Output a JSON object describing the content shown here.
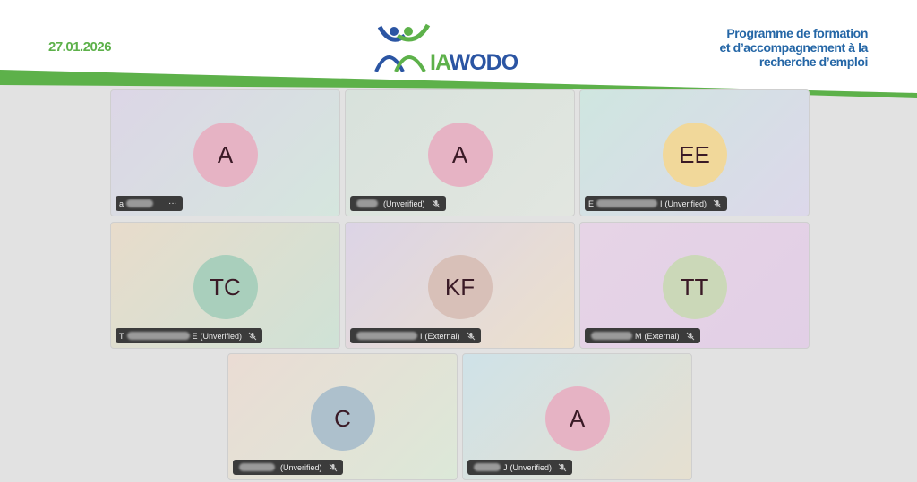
{
  "header": {
    "date": "27.01.2026",
    "logo_text_green": "IA",
    "logo_text_blue": "WODO",
    "tagline": [
      "Programme de formation",
      "et d’accompagnement à la",
      "recherche d’emploi"
    ]
  },
  "colors": {
    "green": "#5db14a",
    "blue": "#2466a6"
  },
  "tiles": [
    {
      "initials": "A",
      "prefix": "a",
      "suffix": "",
      "status": "",
      "more": "···",
      "avatar": "#e6b3c4",
      "bg": "linear-gradient(135deg,#dcd6e6,#d5e6de)"
    },
    {
      "initials": "A",
      "prefix": "",
      "suffix": "",
      "status": "(Unverified)",
      "avatar": "#e6b3c4",
      "bg": "linear-gradient(135deg,#d8e2dc,#e2e6e0)"
    },
    {
      "initials": "EE",
      "prefix": "E",
      "suffix": "I",
      "status": "(Unverified)",
      "avatar": "#f1d89a",
      "bg": "linear-gradient(135deg,#cfe6e0,#dcd8ea)"
    },
    {
      "initials": "TC",
      "prefix": "T",
      "suffix": "E",
      "status": "(Unverified)",
      "avatar": "#a9cfbc",
      "bg": "linear-gradient(135deg,#e8dccb,#cfe2d6)"
    },
    {
      "initials": "KF",
      "prefix": "",
      "suffix": "I",
      "status": "(External)",
      "avatar": "#d8c0b8",
      "bg": "linear-gradient(135deg,#dcd4e6,#ece0cc)"
    },
    {
      "initials": "TT",
      "prefix": "",
      "suffix": "M",
      "status": "(External)",
      "avatar": "#cbd8b8",
      "bg": "linear-gradient(135deg,#e6d4e6,#e2cfe6)"
    },
    {
      "initials": "C",
      "prefix": "",
      "suffix": "",
      "status": "(Unverified)",
      "avatar": "#adc0cc",
      "bg": "linear-gradient(135deg,#eadcd4,#dce8d8)"
    },
    {
      "initials": "A",
      "prefix": "",
      "suffix": "J",
      "status": "(Unverified)",
      "avatar": "#e6b3c4",
      "bg": "linear-gradient(135deg,#cfe2e8,#e6e0d0)"
    }
  ]
}
